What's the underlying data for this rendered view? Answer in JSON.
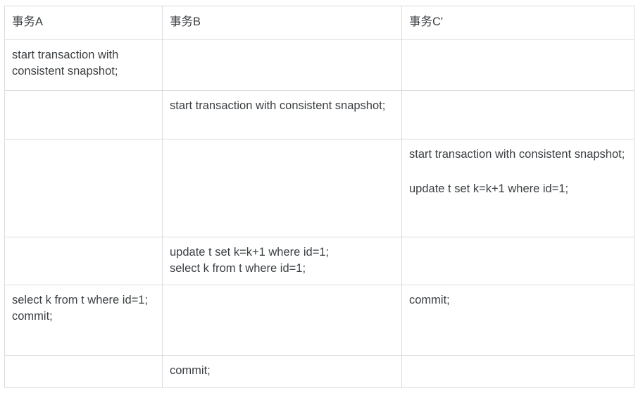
{
  "table": {
    "headers": [
      {
        "label": "事务A"
      },
      {
        "label": "事务B"
      },
      {
        "label": "事务C'"
      }
    ],
    "rows": [
      {
        "a": [
          "start transaction with consistent snapshot;"
        ],
        "b": [],
        "c": []
      },
      {
        "a": [],
        "b": [
          "start transaction with consistent snapshot;"
        ],
        "c": []
      },
      {
        "a": [],
        "b": [],
        "c": [
          "start transaction with consistent snapshot;",
          "update t set k=k+1 where id=1;"
        ]
      },
      {
        "a": [],
        "b": [
          "update t set k=k+1 where id=1;\nselect k from t where id=1;"
        ],
        "c": []
      },
      {
        "a": [
          "select k from t where id=1;\ncommit;"
        ],
        "b": [],
        "c": [
          "commit;"
        ]
      },
      {
        "a": [],
        "b": [
          "commit;"
        ],
        "c": []
      }
    ]
  },
  "style": {
    "border_color": "#dadce0",
    "text_color": "#3c4043",
    "background": "#ffffff"
  }
}
